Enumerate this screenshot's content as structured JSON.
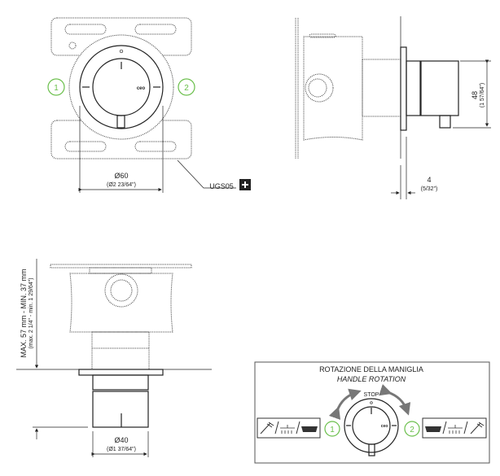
{
  "front_view": {
    "diameter": "Ø60",
    "diameter_inch": "(Ø2 23/64\")",
    "outlet_1": "1",
    "outlet_2": "2",
    "part_code": "UGS05",
    "plus_icon": "plus-icon",
    "logo": "ceo"
  },
  "side_view": {
    "height": "48",
    "height_inch": "(1 57/64\")",
    "flange": "4",
    "flange_inch": "(5/32\")"
  },
  "top_view": {
    "depth_range": "MAX. 57 mm - MIN. 37 mm",
    "depth_range_inch": "(max. 2 1/4\" - min. 1 29/64\")",
    "diameter": "Ø40",
    "diameter_inch": "(Ø1 37/64\")"
  },
  "rotation_panel": {
    "title_it": "ROTAZIONE DELLA MANIGLIA",
    "title_en": "HANDLE ROTATION",
    "stop": "STOP",
    "outlet_1": "1",
    "outlet_2": "2",
    "left_icons": [
      "hand-shower-icon",
      "overhead-shower-icon",
      "bathtub-icon"
    ],
    "right_icons": [
      "bathtub-icon",
      "overhead-shower-icon",
      "hand-shower-icon"
    ],
    "accent": "#6abf4b"
  }
}
